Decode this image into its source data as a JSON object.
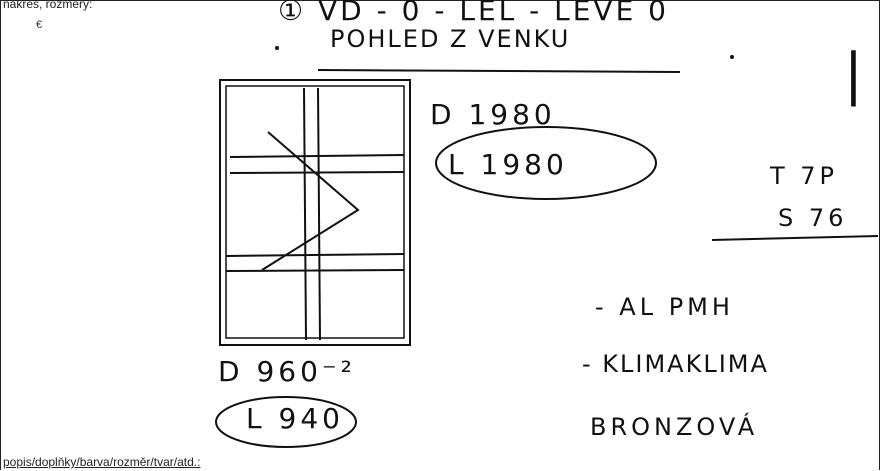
{
  "header_label": "nakres, rozmery:",
  "bullet_mark": "€",
  "footer_label": "popis/doplňky/barva/rozměr/tvar/atd.:",
  "heading_line1": "① VD - 0 - LEL - LEVE 0",
  "heading_line2": "POHLED Z VENKU",
  "dim_top_d": "D 1980",
  "dim_top_l": "L 1980",
  "dim_bottom_d": "D 960⁻²",
  "dim_bottom_l": "L 940",
  "code_line1": "T 7P",
  "code_line2": "S 76",
  "spec_line1": "- AL PMH",
  "spec_line2": "- KLIMAKLIMA",
  "spec_line3": "BRONZOVÁ",
  "mark_single": "|"
}
